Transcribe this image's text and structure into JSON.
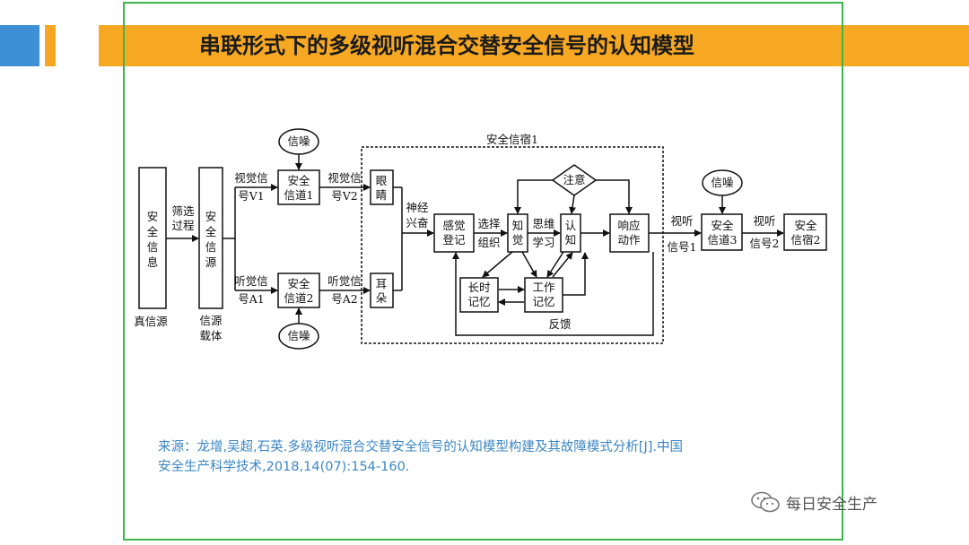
{
  "slide": {
    "title": "串联形式下的多级视听混合交替安全信号的认知模型",
    "source_line1": "来源：龙增,吴超,石英.多级视听混合交替安全信号的认知模型构建及其故障模式分析[J].中国",
    "source_line2": "安全生产科学技术,2018,14(07):154-160.",
    "watermark": "每日安全生产",
    "colors": {
      "accent_orange": "#f7a823",
      "accent_blue": "#3d8fd6",
      "frame_green": "#3cb54a",
      "source_text": "#3b86c6"
    }
  },
  "diagram": {
    "region_label": "安全信宿1",
    "nodes": {
      "true_source": "安全信息",
      "true_source_caption": "真信源",
      "carrier": "安全信源",
      "carrier_caption_1": "信源",
      "carrier_caption_2": "载体",
      "noise_top": "信噪",
      "noise_bottom": "信噪",
      "noise_right": "信噪",
      "channel1_line1": "安全",
      "channel1_line2": "信道1",
      "channel2_line1": "安全",
      "channel2_line2": "信道2",
      "channel3_line1": "安全",
      "channel3_line2": "信道3",
      "eyes_1": "眼",
      "eyes_2": "睛",
      "ears_1": "耳",
      "ears_2": "朵",
      "sensory_1": "感觉",
      "sensory_2": "登记",
      "perception_1": "知",
      "perception_2": "觉",
      "cognition_1": "认",
      "cognition_2": "知",
      "attention": "注意",
      "response_1": "响应",
      "response_2": "动作",
      "long_memory_1": "长时",
      "long_memory_2": "记忆",
      "work_memory_1": "工作",
      "work_memory_2": "记忆",
      "sink2": "安全信宿2"
    },
    "labels": {
      "screening_1": "筛选",
      "screening_2": "过程",
      "visual_v1_1": "视觉信",
      "visual_v1_2": "号V1",
      "visual_v2_1": "视觉信",
      "visual_v2_2": "号V2",
      "audio_a1_1": "听觉信",
      "audio_a1_2": "号A1",
      "audio_a2_1": "听觉信",
      "audio_a2_2": "号A2",
      "nerve_1": "神经",
      "nerve_2": "兴奋",
      "select_1": "选择",
      "select_2": "组织",
      "thinking_1": "思维",
      "thinking_2": "学习",
      "av1_1": "视听",
      "av1_2": "信号1",
      "av2_1": "视听",
      "av2_2": "信号2",
      "feedback": "反馈"
    }
  }
}
